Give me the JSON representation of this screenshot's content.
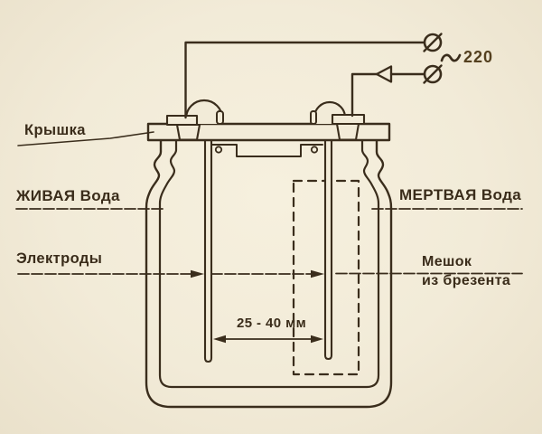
{
  "colors": {
    "background": "#f2ebd8",
    "ink": "#3a2d1c",
    "text": "#3a2c1a",
    "voltage_text": "#54401f"
  },
  "labels": {
    "lid": "Крышка",
    "living_water": "ЖИВАЯ Вода",
    "electrodes": "Электроды",
    "dead_water": "МЕРТВАЯ Вода",
    "bag_line1": "Мешок",
    "bag_line2": "из брезента",
    "electrode_gap": "25 - 40 мм",
    "mains_voltage": "220"
  },
  "icons": {
    "mains_terminal_top": "circle-with-slash",
    "mains_terminal_bottom": "circle-with-slash",
    "diode": "left-pointing-triangle",
    "ac_wave": "tilde"
  }
}
